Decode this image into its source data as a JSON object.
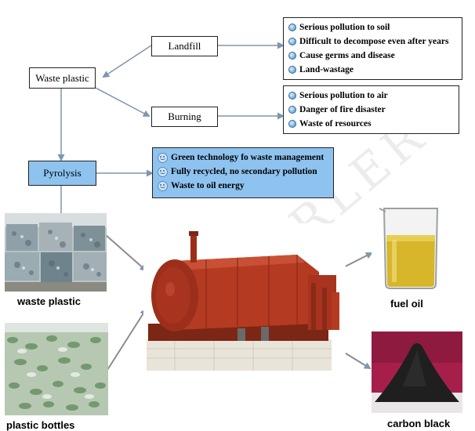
{
  "nodes": {
    "waste_plastic": "Waste plastic",
    "landfill": "Landfill",
    "burning": "Burning",
    "pyrolysis": "Pyrolysis"
  },
  "landfill_effects": [
    "Serious pollution to soil",
    "Difficult to decompose even after years",
    "Cause germs and disease",
    "Land-wastage"
  ],
  "burning_effects": [
    "Serious pollution to air",
    "Danger of fire disaster",
    "Waste of resources"
  ],
  "pyrolysis_benefits": [
    "Green technology fo waste management",
    "Fully recycled, no secondary pollution",
    "Waste to oil energy"
  ],
  "photos": {
    "waste_plastic": "waste plastic",
    "plastic_bottles": "plastic bottles",
    "fuel_oil": "fuel oil",
    "carbon_black": "carbon black"
  },
  "watermark": "RLER",
  "colors": {
    "arrow": "#7f96ad",
    "pyrolysis_fill": "#8ec3f0",
    "reactor": "#b53a22",
    "oil": "#d7b62a",
    "carbon": "#1f1f1f"
  }
}
